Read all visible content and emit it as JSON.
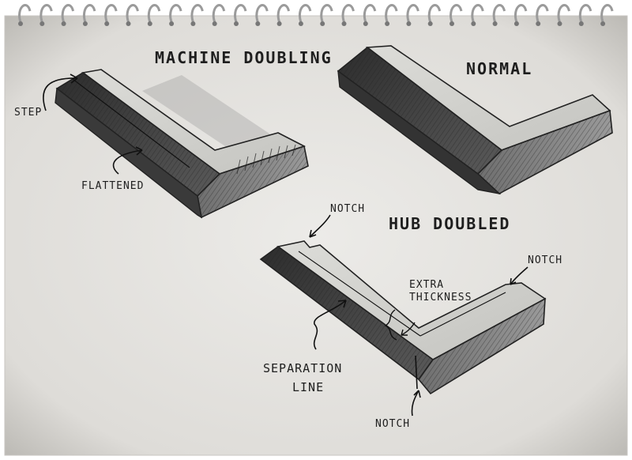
{
  "labels": {
    "machine_doubling": "MACHINE DOUBLING",
    "normal": "NORMAL",
    "hub_doubled": "HUB DOUBLED",
    "step": "STEP",
    "flattened": "FLATTENED",
    "notch_top": "NOTCH",
    "notch_right": "NOTCH",
    "notch_bottom": "NOTCH",
    "extra_thickness_line1": "EXTRA",
    "extra_thickness_line2": "THICKNESS",
    "separation_line1": "SEPARATION",
    "separation_line2": "LINE"
  },
  "colors": {
    "paper": "#e9e9e6",
    "pencil": "#1e1e1e",
    "shade_dark": "#3c3c3c",
    "shade_mid": "#7a7a7a",
    "face_light": "#d6d6d2"
  }
}
